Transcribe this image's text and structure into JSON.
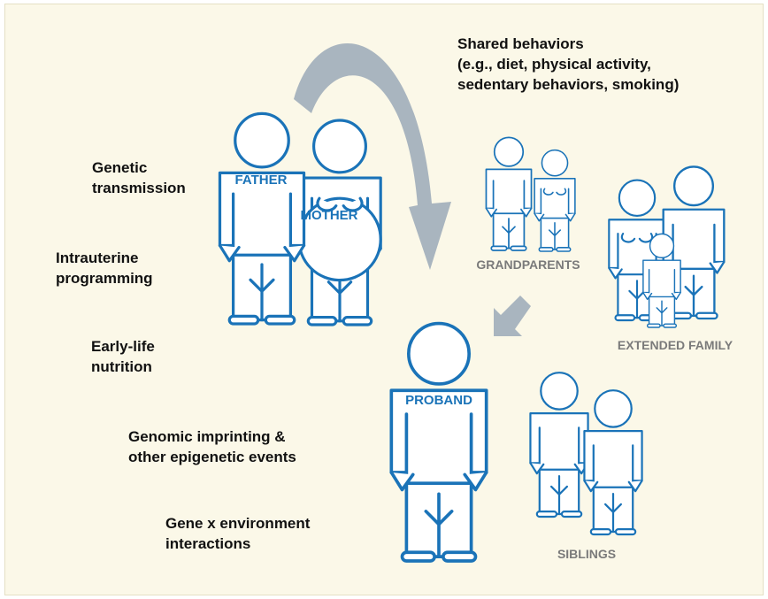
{
  "colors": {
    "background": "#fbf8e8",
    "figure_stroke": "#1a73b8",
    "figure_fill": "#ffffff",
    "arrow_fill": "#a9b5bf",
    "text_dark": "#111111",
    "text_gray": "#7a7a7a"
  },
  "influences": {
    "genetic": "Genetic\ntransmission",
    "intrauterine": "Intrauterine\nprogramming",
    "early_life": "Early-life\nnutrition",
    "imprinting": "Genomic imprinting &\nother epigenetic events",
    "gxe": "Gene x environment\ninteractions"
  },
  "shared_behaviors": {
    "title": "Shared behaviors",
    "detail": "(e.g., diet, physical activity,\nsedentary behaviors, smoking)"
  },
  "figures": {
    "father": "FATHER",
    "mother": "MOTHER",
    "proband": "PROBAND",
    "grandparents": "GRANDPARENTS",
    "extended_family": "EXTENDED FAMILY",
    "siblings": "SIBLINGS"
  }
}
